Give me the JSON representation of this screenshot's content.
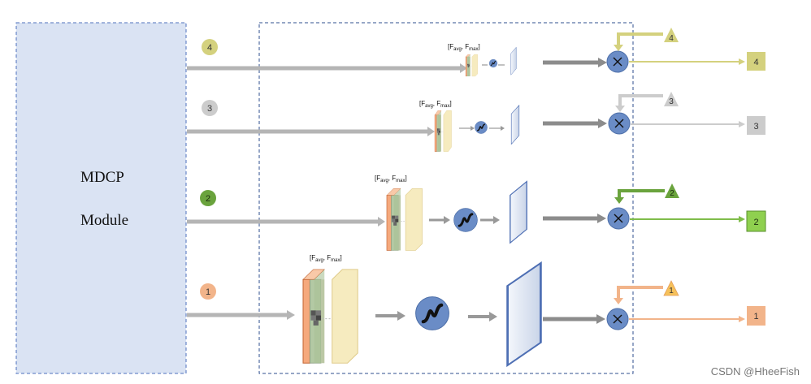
{
  "module": {
    "line1": "MDCP",
    "line2": "Module"
  },
  "formula": {
    "open": "[F",
    "avg": "avg",
    "sep": ",  F",
    "max": "max",
    "close": "]"
  },
  "branches": [
    {
      "id": "4",
      "input_badge": "4",
      "output_label": "4",
      "feedback_label": "4",
      "color": "#d4d17e"
    },
    {
      "id": "3",
      "input_badge": "3",
      "output_label": "3",
      "feedback_label": "3",
      "color": "#cccccc"
    },
    {
      "id": "2",
      "input_badge": "2",
      "output_label": "2",
      "feedback_label": "2",
      "color": "#7fbd4a"
    },
    {
      "id": "1",
      "input_badge": "1",
      "output_label": "1",
      "feedback_label": "1",
      "color": "#f2b48a"
    }
  ],
  "multiply_symbol": "×",
  "watermark": "CSDN @HheeFish",
  "colors": {
    "module_fill": "#dae3f3",
    "neutral_arrow": "#b5b5b5",
    "sigmoid_node": "#6a8cc6",
    "plane_fill": "#dce5f4"
  }
}
